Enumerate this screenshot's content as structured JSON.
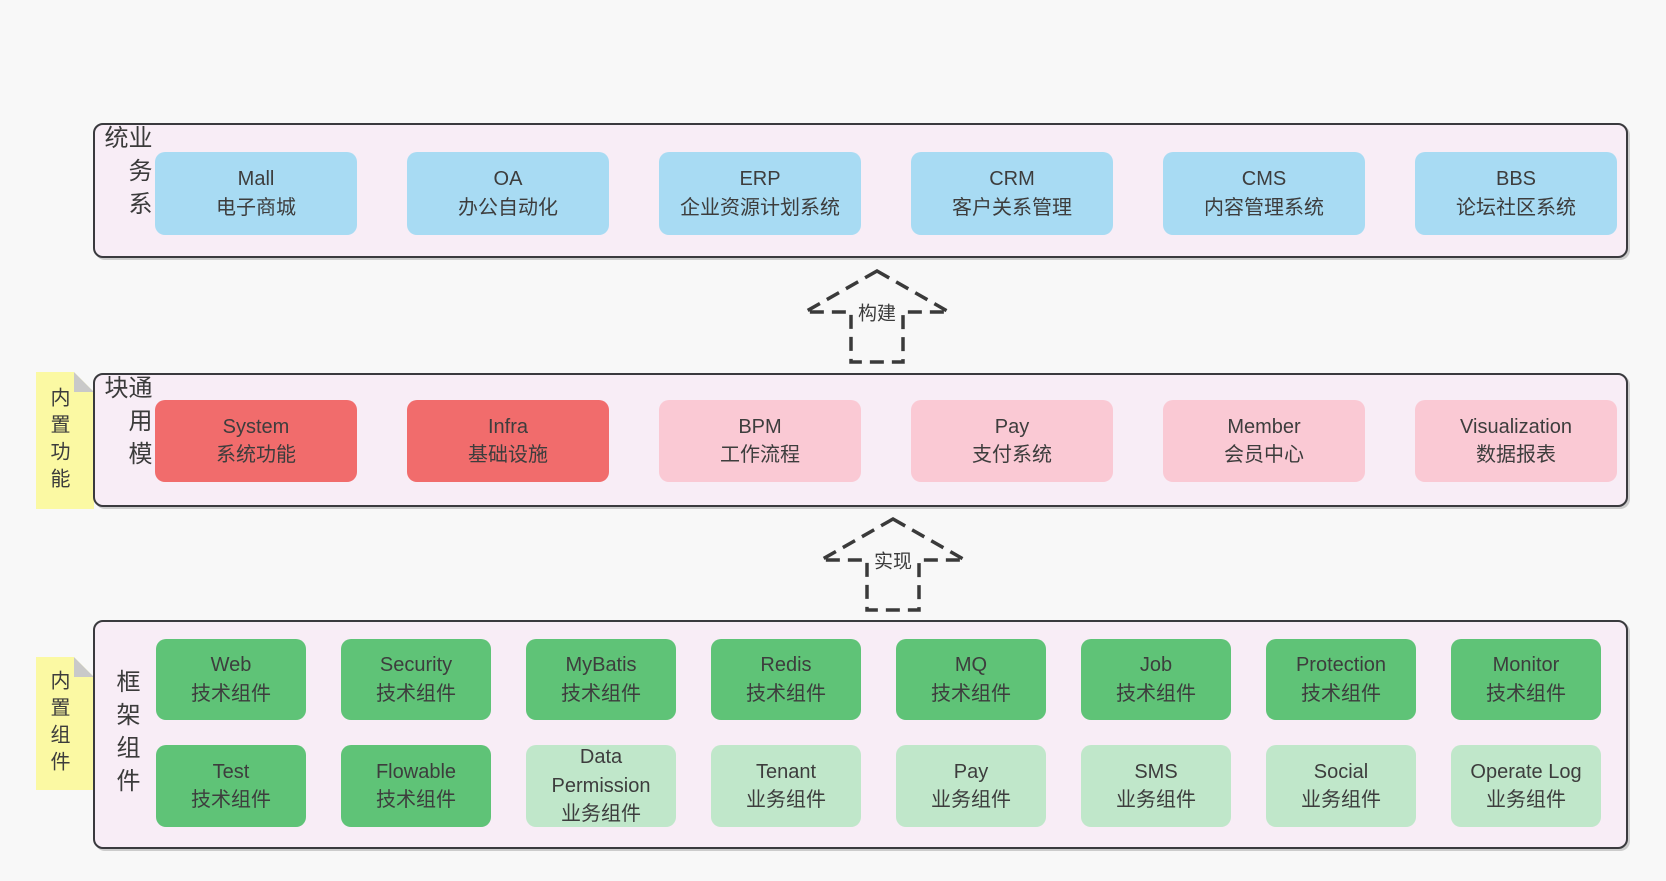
{
  "layers": {
    "business": {
      "label": "业务系统",
      "boxes": [
        {
          "name": "Mall",
          "desc": "电子商城"
        },
        {
          "name": "OA",
          "desc": "办公自动化"
        },
        {
          "name": "ERP",
          "desc": "企业资源计划系统"
        },
        {
          "name": "CRM",
          "desc": "客户关系管理"
        },
        {
          "name": "CMS",
          "desc": "内容管理系统"
        },
        {
          "name": "BBS",
          "desc": "论坛社区系统"
        }
      ]
    },
    "modules": {
      "label": "通用模块",
      "note": "内置功能",
      "boxes": [
        {
          "name": "System",
          "desc": "系统功能"
        },
        {
          "name": "Infra",
          "desc": "基础设施"
        },
        {
          "name": "BPM",
          "desc": "工作流程"
        },
        {
          "name": "Pay",
          "desc": "支付系统"
        },
        {
          "name": "Member",
          "desc": "会员中心"
        },
        {
          "name": "Visualization",
          "desc": "数据报表"
        }
      ]
    },
    "components": {
      "label": "框架组件",
      "note": "内置组件",
      "row1": [
        {
          "name": "Web",
          "desc": "技术组件"
        },
        {
          "name": "Security",
          "desc": "技术组件"
        },
        {
          "name": "MyBatis",
          "desc": "技术组件"
        },
        {
          "name": "Redis",
          "desc": "技术组件"
        },
        {
          "name": "MQ",
          "desc": "技术组件"
        },
        {
          "name": "Job",
          "desc": "技术组件"
        },
        {
          "name": "Protection",
          "desc": "技术组件"
        },
        {
          "name": "Monitor",
          "desc": "技术组件"
        }
      ],
      "row2": [
        {
          "name": "Test",
          "desc": "技术组件"
        },
        {
          "name": "Flowable",
          "desc": "技术组件"
        },
        {
          "name": "Data Permission",
          "desc": "业务组件"
        },
        {
          "name": "Tenant",
          "desc": "业务组件"
        },
        {
          "name": "Pay",
          "desc": "业务组件"
        },
        {
          "name": "SMS",
          "desc": "业务组件"
        },
        {
          "name": "Social",
          "desc": "业务组件"
        },
        {
          "name": "Operate Log",
          "desc": "业务组件"
        }
      ]
    }
  },
  "arrows": {
    "build": "构建",
    "implement": "实现"
  },
  "colors": {
    "panel_background": "#f8edf6",
    "business_box": "#a8dbf3",
    "module_core_box": "#f16c6c",
    "module_box": "#fac9d4",
    "tech_component_box": "#5fc377",
    "biz_component_box": "#c0e7ca",
    "note_background": "#fbf9a3",
    "border": "#3a3a3e"
  }
}
